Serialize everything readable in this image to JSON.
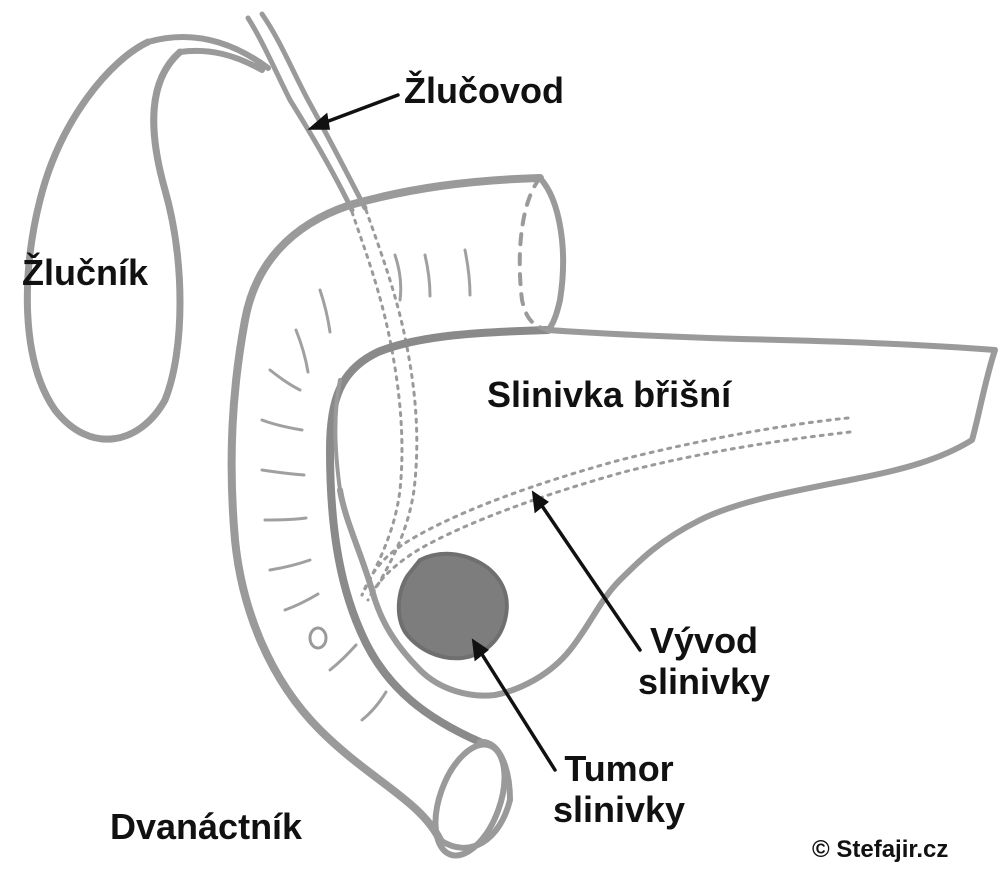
{
  "labels": {
    "bile_duct": "Žlučovod",
    "gallbladder": "Žlučník",
    "pancreas": "Slinivka břišní",
    "pancreatic_duct_line1": "Vývod",
    "pancreatic_duct_line2": "slinivky",
    "tumor_line1": "Tumor",
    "tumor_line2": "slinivky",
    "duodenum": "Dvanáctník",
    "copyright": "© Stefajir.cz"
  },
  "colors": {
    "outline": "#9a9a9a",
    "outline_dark": "#8a8a8a",
    "tumor": "#7d7d7d",
    "arrow": "#111111",
    "text": "#111111",
    "background": "#ffffff"
  }
}
